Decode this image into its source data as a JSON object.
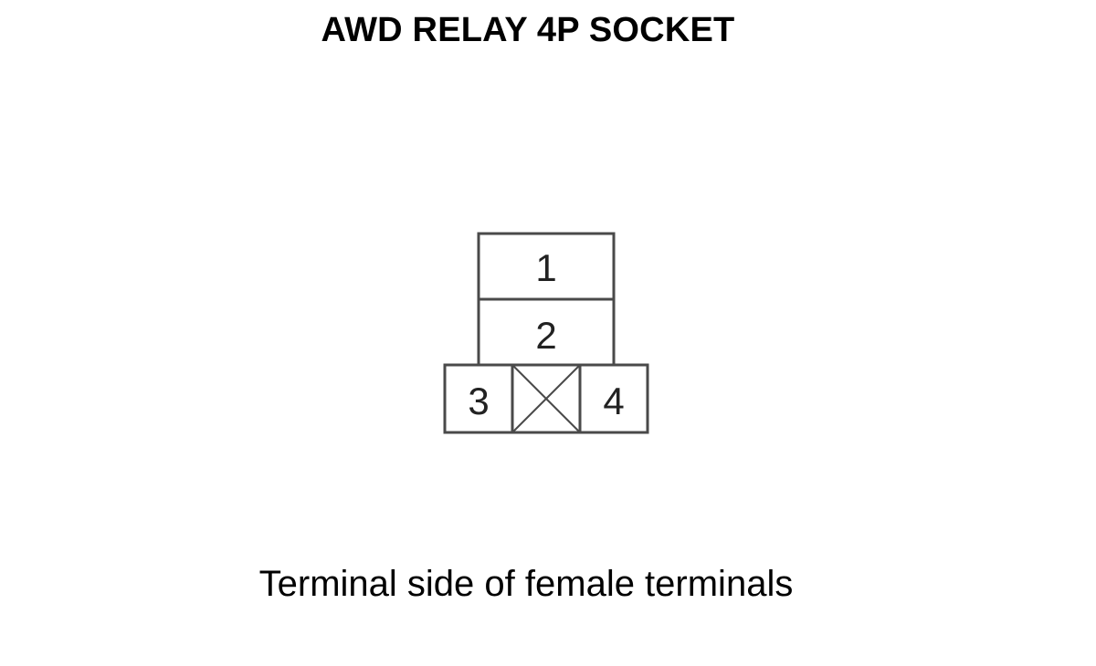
{
  "diagram": {
    "title": "AWD RELAY 4P SOCKET",
    "caption": "Terminal side of female terminals",
    "colors": {
      "outline": "#4a4a4a",
      "text": "#000000"
    },
    "pins": [
      {
        "label": "1"
      },
      {
        "label": "2"
      },
      {
        "label": "3"
      },
      {
        "label": "4"
      }
    ]
  }
}
